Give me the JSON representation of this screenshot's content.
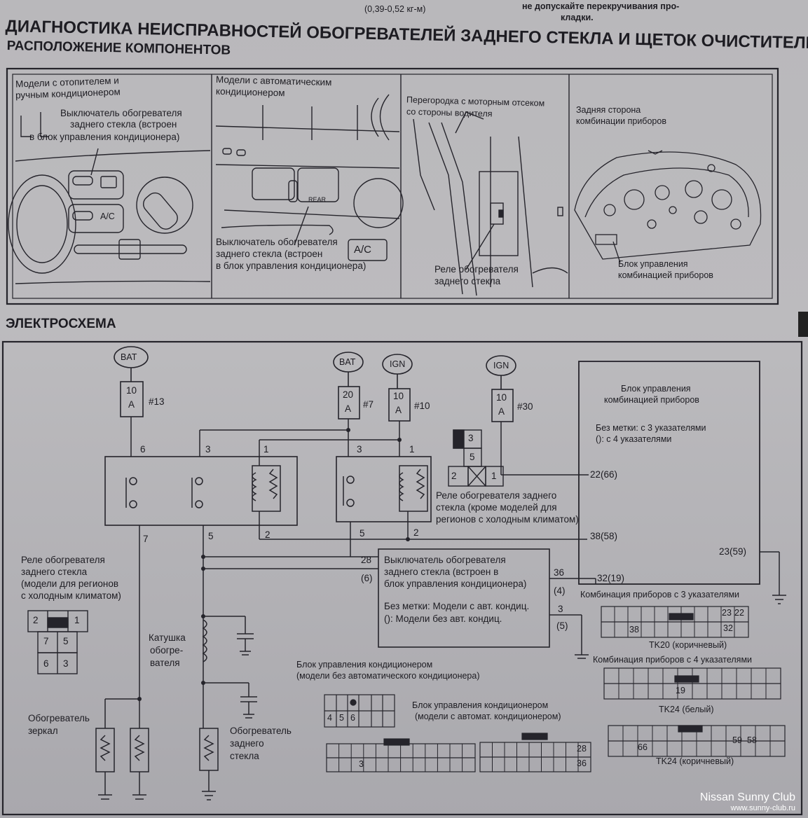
{
  "top_spec": "(0,39-0,52 кг-м)",
  "top_note": [
    "не допускайте перекручивания про-",
    "кладки."
  ],
  "main_title": "ДИАГНОСТИКА НЕИСПРАВНОСТЕЙ ОБОГРЕВАТЕЛЕЙ ЗАДНЕГО СТЕКЛА И ЩЕТОК ОЧИСТИТЕЛЕЙ",
  "section_components": "РАСПОЛОЖЕНИЕ КОМПОНЕНТОВ",
  "section_schematic": "ЭЛЕКТРОСХЕМА",
  "panel1": {
    "title": [
      "Модели с отопителем и",
      "ручным кондиционером"
    ],
    "callout": [
      "Выключатель обогревателя",
      "заднего стекла (встроен",
      "в блок управления кондиционера)"
    ],
    "btn_ac": "A/C"
  },
  "panel2": {
    "title": [
      "Модели с автоматическим",
      "кондиционером"
    ],
    "callout": [
      "Выключатель обогревателя",
      "заднего стекла (встроен",
      "в блок управления кондиционера)"
    ],
    "btn_rear": "REAR",
    "btn_ac": "A/C"
  },
  "panel3": {
    "title": [
      "Перегородка с моторным отсеком",
      "со стороны водителя"
    ],
    "callout": [
      "Реле обогревателя",
      "заднего стекла"
    ]
  },
  "panel4": {
    "title": [
      "Задняя сторона",
      "комбинации приборов"
    ],
    "callout": [
      "Блок управления",
      "комбинацией приборов"
    ]
  },
  "sources": {
    "bat1": "BAT",
    "bat2": "BAT",
    "ign1": "IGN",
    "ign2": "IGN"
  },
  "fuses": [
    {
      "amp": "10",
      "unit": "A",
      "num": "#13"
    },
    {
      "amp": "20",
      "unit": "A",
      "num": "#7"
    },
    {
      "amp": "10",
      "unit": "A",
      "num": "#10"
    },
    {
      "amp": "10",
      "unit": "A",
      "num": "#30"
    }
  ],
  "pins": {
    "r1_6": "6",
    "r1_3": "3",
    "r1_1": "1",
    "r1_7": "7",
    "r1_5": "5",
    "r1_2": "2",
    "r2_3": "3",
    "r2_1": "1",
    "r2_5": "5",
    "r2_2": "2",
    "cu_22": "22(66)",
    "cu_38": "38(58)",
    "cu_32": "32(19)",
    "cu_23": "23(59)",
    "sw_28": "28",
    "sw_6": "(6)",
    "sw_36": "36",
    "sw_4": "(4)",
    "sw_3": "3",
    "sw_5": "(5)"
  },
  "cluster_unit": {
    "title": [
      "Блок управления",
      "комбинацией приборов"
    ],
    "note": [
      "Без метки: с 3 указателями",
      "(): с 4 указателями"
    ]
  },
  "relay_cold_right": {
    "title": [
      "Реле обогревателя заднего",
      "стекла (кроме моделей для",
      "регионов с холодным климатом)"
    ],
    "pins": [
      "3",
      "5",
      "2",
      "1"
    ]
  },
  "relay_cold_left": {
    "title": [
      "Реле обогревателя",
      "заднего стекла",
      "(модели для регионов",
      "с холодным климатом)"
    ],
    "pins": [
      "2",
      "1",
      "7",
      "5",
      "6",
      "3"
    ]
  },
  "switch_block": {
    "title": [
      "Выключатель обогревателя",
      "заднего стекла (встроен в",
      "блок управления кондиционера)"
    ],
    "note": [
      "Без метки: Модели с авт. кондиц.",
      "(): Модели без авт. кондиц."
    ]
  },
  "coil_label": [
    "Катушка",
    "обогре-",
    "вателя"
  ],
  "mirror_heater": [
    "Обогреватель",
    "зеркал"
  ],
  "rear_heater": [
    "Обогреватель",
    "заднего",
    "стекла"
  ],
  "connectors": {
    "ac_manual": {
      "title": [
        "Блок управления кондиционером",
        "(модели без автоматического кондиционера)"
      ],
      "pins": [
        "4",
        "5",
        "6"
      ]
    },
    "ac_auto": {
      "title": [
        "Блок управления кондиционером",
        "(модели с автомат. кондиционером)"
      ],
      "pins": [
        "3",
        "28",
        "36"
      ]
    },
    "combi3": {
      "title": "Комбинация приборов с 3 указателями",
      "pins": [
        "23",
        "22",
        "38",
        "32"
      ],
      "code": "TK20 (коричневый)"
    },
    "combi4a": {
      "title": "Комбинация приборов с 4 указателями",
      "pins": [
        "19"
      ],
      "code": "TK24 (белый)"
    },
    "combi4b": {
      "pins": [
        "66",
        "59",
        "58"
      ],
      "code": "TK24 (коричневый)"
    }
  },
  "watermark": {
    "name": "Nissan Sunny Club",
    "url": "www.sunny-club.ru"
  }
}
